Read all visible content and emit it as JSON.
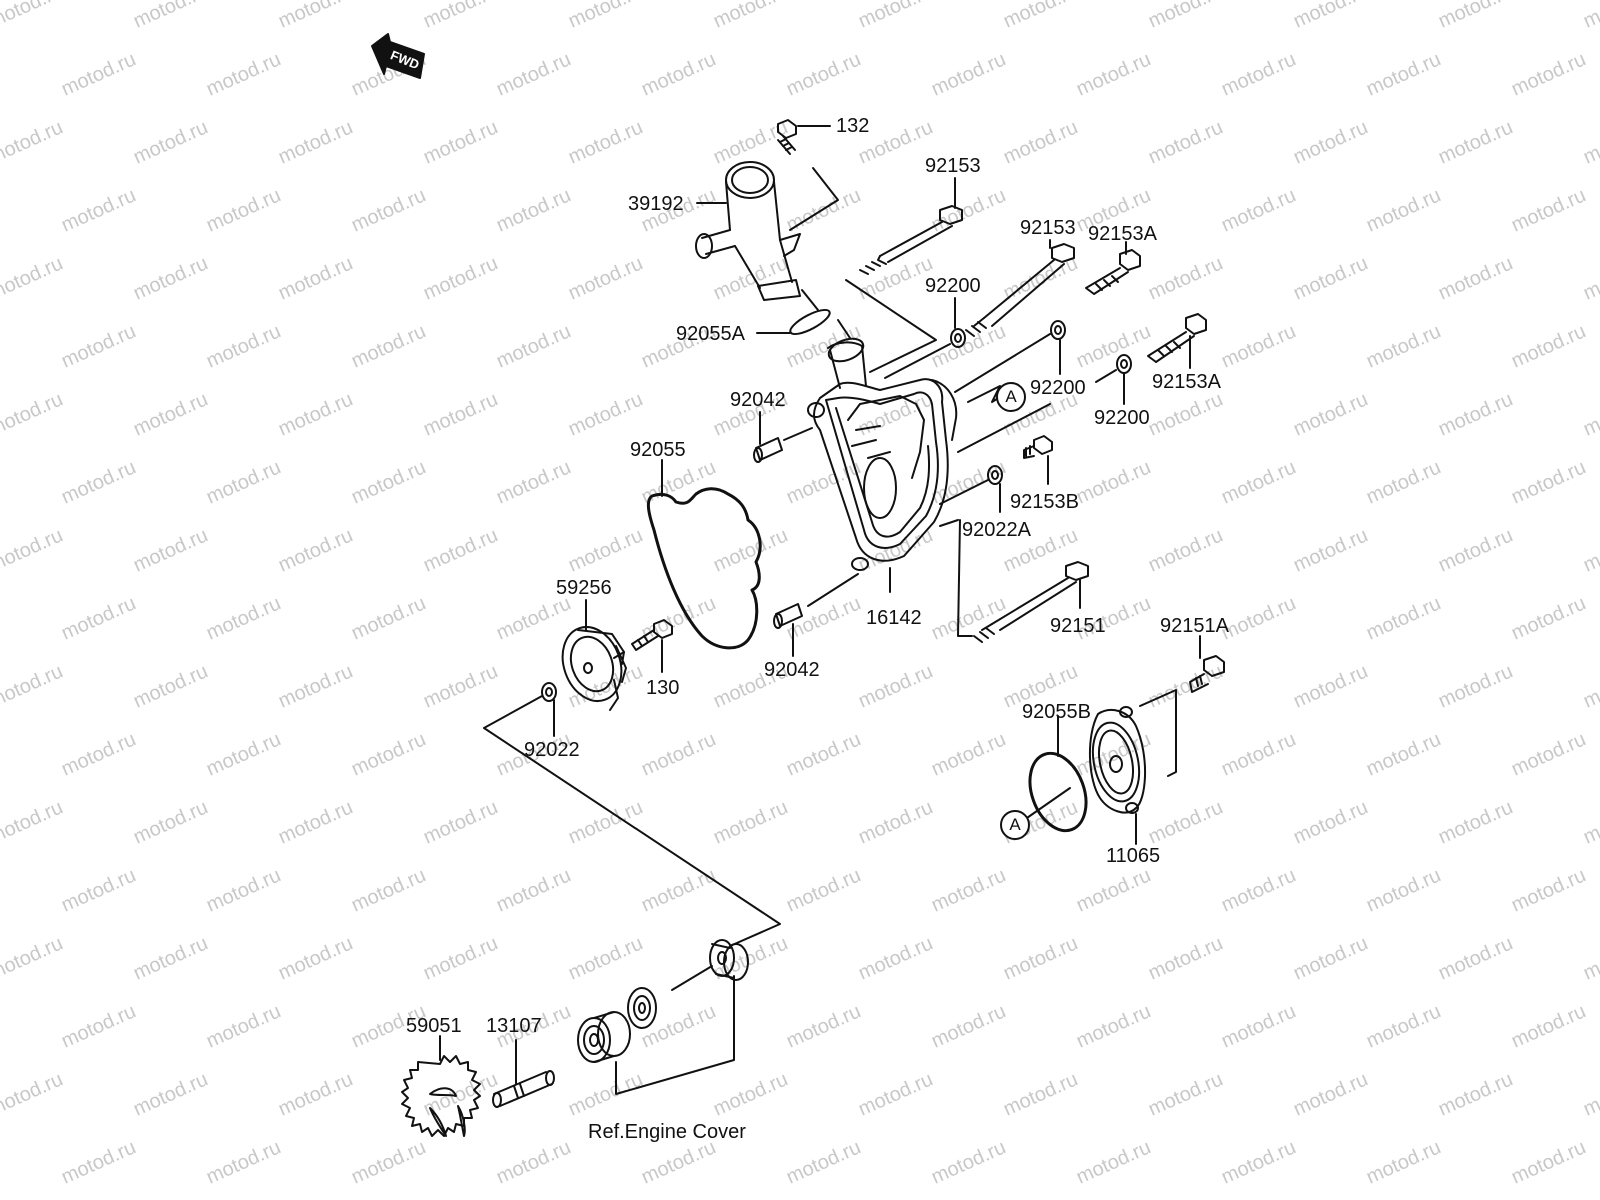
{
  "diagram": {
    "title": "Water Pump",
    "watermark": "motod.ru",
    "direction_badge": "FWD",
    "reference_note": "Ref.Engine Cover",
    "callout_letter": "A",
    "colors": {
      "line": "#111111",
      "watermark": "#c8c8c8",
      "background": "#ffffff"
    },
    "parts": [
      {
        "id": "p132",
        "number": "132",
        "description": "bolt"
      },
      {
        "id": "p39192",
        "number": "39192",
        "description": "pipe (water outlet)"
      },
      {
        "id": "p92055A",
        "number": "92055A",
        "description": "O-ring"
      },
      {
        "id": "p92153a",
        "number": "92153",
        "description": "bolt (long)"
      },
      {
        "id": "p92153b",
        "number": "92153",
        "description": "bolt (long)"
      },
      {
        "id": "p92153A1",
        "number": "92153A",
        "description": "bolt (socket)"
      },
      {
        "id": "p92153A2",
        "number": "92153A",
        "description": "bolt (socket)"
      },
      {
        "id": "p92200a",
        "number": "92200",
        "description": "washer"
      },
      {
        "id": "p92200b",
        "number": "92200",
        "description": "washer"
      },
      {
        "id": "p92200c",
        "number": "92200",
        "description": "washer"
      },
      {
        "id": "p92042a",
        "number": "92042",
        "description": "dowel pin"
      },
      {
        "id": "p92042b",
        "number": "92042",
        "description": "dowel pin"
      },
      {
        "id": "p92055",
        "number": "92055",
        "description": "gasket"
      },
      {
        "id": "p16142",
        "number": "16142",
        "description": "pump cover"
      },
      {
        "id": "p92153B",
        "number": "92153B",
        "description": "bolt (drain)"
      },
      {
        "id": "p92022A",
        "number": "92022A",
        "description": "washer"
      },
      {
        "id": "p92151",
        "number": "92151",
        "description": "bolt (long)"
      },
      {
        "id": "p92151A",
        "number": "92151A",
        "description": "bolt"
      },
      {
        "id": "p59256",
        "number": "59256",
        "description": "impeller"
      },
      {
        "id": "p130",
        "number": "130",
        "description": "bolt"
      },
      {
        "id": "p92022",
        "number": "92022",
        "description": "washer"
      },
      {
        "id": "p92055B",
        "number": "92055B",
        "description": "O-ring"
      },
      {
        "id": "p11065",
        "number": "11065",
        "description": "cap"
      },
      {
        "id": "p59051",
        "number": "59051",
        "description": "pump gear"
      },
      {
        "id": "p13107",
        "number": "13107",
        "description": "pump shaft"
      }
    ]
  }
}
